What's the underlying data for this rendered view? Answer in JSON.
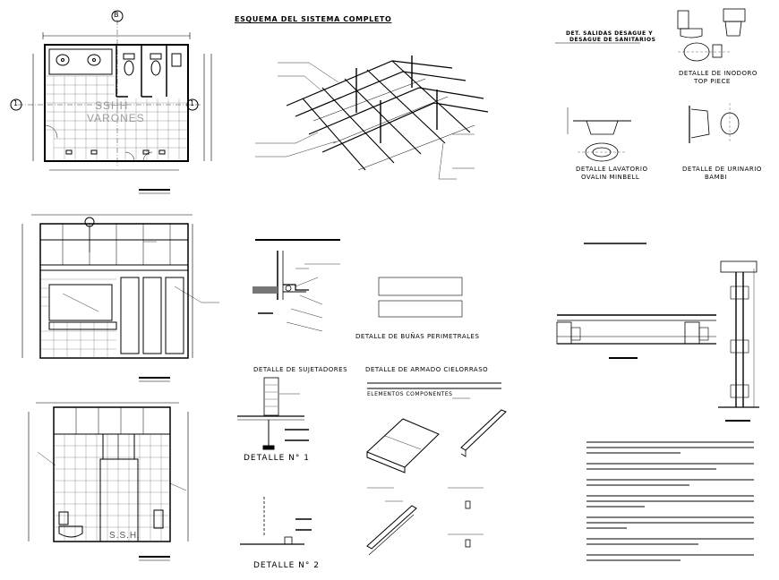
{
  "plan": {
    "room_label_top": "SSHH",
    "room_label_bottom": "VARONES",
    "axis_markers": [
      "1",
      "1",
      "B"
    ]
  },
  "elevation": {
    "room_label": "S.S.H."
  },
  "grid": {
    "title": "ESQUEMA DEL SISTEMA COMPLETO"
  },
  "sanitary": {
    "title_line1": "DET. SALIDAS DESAGUE Y",
    "title_line2": "DESAGUE DE SANITARIOS",
    "inodoro_caption_1": "DETALLE DE INODORO",
    "inodoro_caption_2": "TOP PIECE",
    "lavatorio_caption_1": "DETALLE LAVATORIO",
    "lavatorio_caption_2": "OVALIN MINBELL",
    "urinario_caption_1": "DETALLE DE URINARIO",
    "urinario_caption_2": "BAMBI"
  },
  "perimeter": {
    "caption": "DETALLE DE BUÑAS PERIMETRALES"
  },
  "fasteners": {
    "caption": "DETALLE DE SUJETADORES",
    "detail1": "DETALLE  N° 1",
    "detail2": "DETALLE  N° 2"
  },
  "armado": {
    "caption": "DETALLE DE ARMADO CIELORRASO",
    "components": "ELEMENTOS COMPONENTES"
  }
}
